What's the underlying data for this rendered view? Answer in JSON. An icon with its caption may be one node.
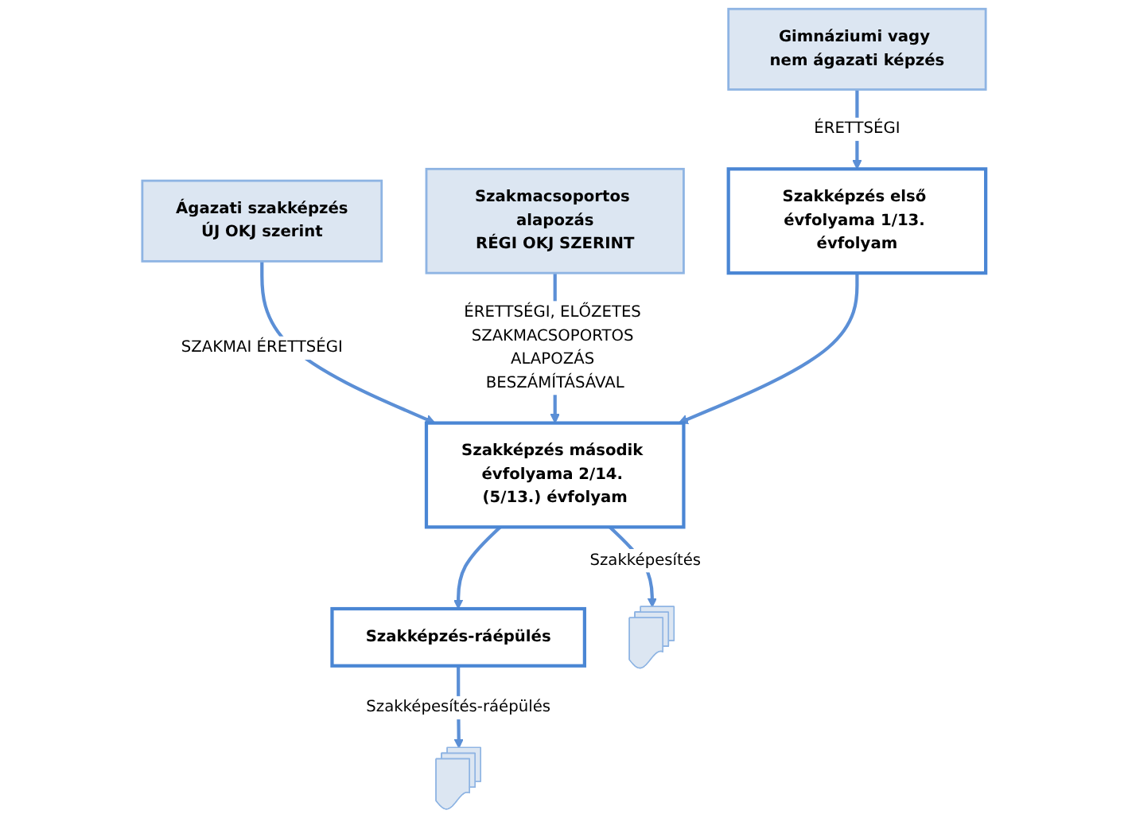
{
  "diagram": {
    "nodes": [
      {
        "text": [
          "Gimnáziumi vagy nem ágazati képzés"
        ]
      },
      {
        "text": [
          "Ágazati szakképzés",
          "ÚJ OKJ szerint"
        ]
      },
      {
        "text": [
          "Szakmacsoportos alapozás",
          "RÉGI OKJ SZERINT"
        ]
      },
      {
        "text": [
          "Szakképzés első évfolyama 1/13. évfolyam"
        ]
      },
      {
        "text": [
          "Szakképzés második évfolyama 2/14. (5/13.) évfolyam"
        ]
      },
      {
        "text": [
          "Szakképzés-ráépülés"
        ]
      },
      {
        "text": [],
        "shape": "documents"
      },
      {
        "text": [],
        "shape": "documents"
      }
    ],
    "edges": [
      {
        "from": 0,
        "to": 3,
        "arrow": "to",
        "label": "ÉRETTSÉGI"
      },
      {
        "from": 1,
        "to": 4,
        "arrow": "to",
        "label": "SZAKMAI ÉRETTSÉGI"
      },
      {
        "from": 2,
        "to": 4,
        "arrow": "to",
        "label": "ÉRETTSÉGI, ELŐZETES SZAKMACSOPORTOS ALAPOZÁS BESZÁMÍTÁSÁVAL"
      },
      {
        "from": 3,
        "to": 4,
        "arrow": "to"
      },
      {
        "from": 4,
        "to": 5,
        "arrow": "to"
      },
      {
        "from": 4,
        "to": 6,
        "arrow": "to",
        "label": "Szakképesítés"
      },
      {
        "from": 5,
        "to": 7,
        "arrow": "to",
        "label": "Szakképesítés-ráépülés"
      }
    ]
  }
}
